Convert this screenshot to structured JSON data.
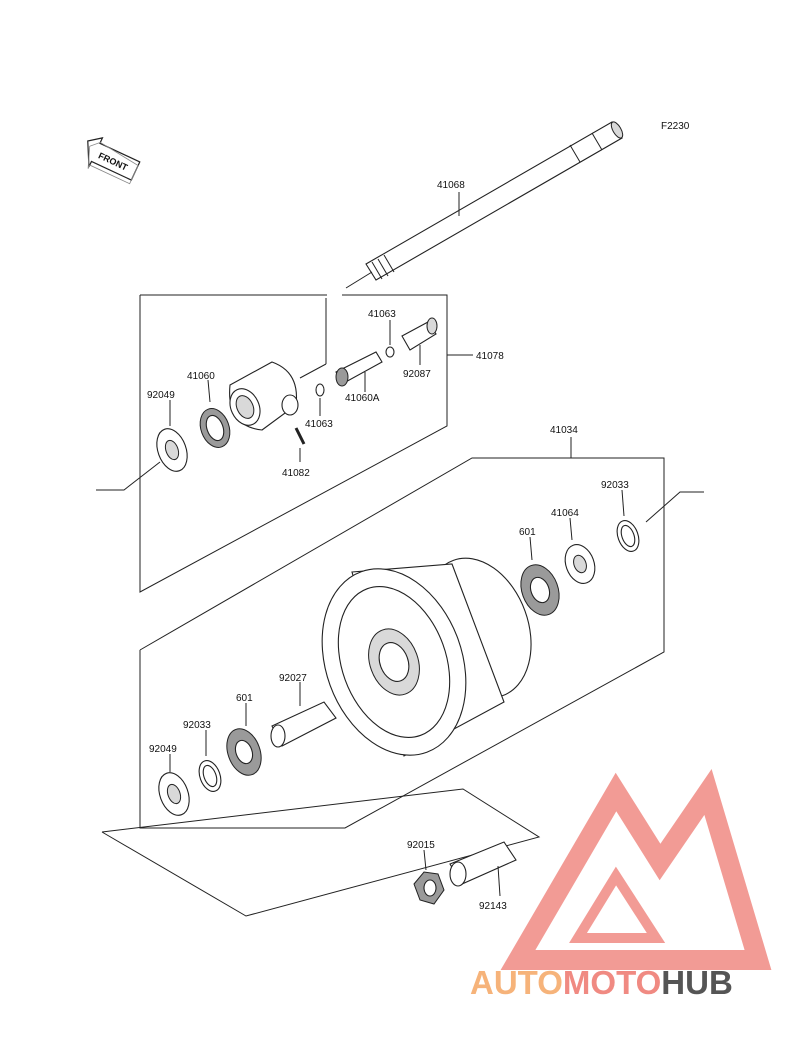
{
  "figure_code": "F2230",
  "front_label": "FRONT",
  "watermark": {
    "part1": "AUTO",
    "part2": "MOTO",
    "part3": "HUB",
    "color1": "#f6b37a",
    "color2": "#f08a82",
    "color3": "#555555"
  },
  "parts": {
    "p41068": "41068",
    "p41063a": "41063",
    "p41078": "41078",
    "p41060": "41060",
    "p92049a": "92049",
    "p92087": "92087",
    "p41060A": "41060A",
    "p41063b": "41063",
    "p41082": "41082",
    "p41034": "41034",
    "p92033a": "92033",
    "p41064": "41064",
    "p601a": "601",
    "p92027": "92027",
    "p601b": "601",
    "p92033b": "92033",
    "p92049b": "92049",
    "p92015": "92015",
    "p92143": "92143"
  }
}
